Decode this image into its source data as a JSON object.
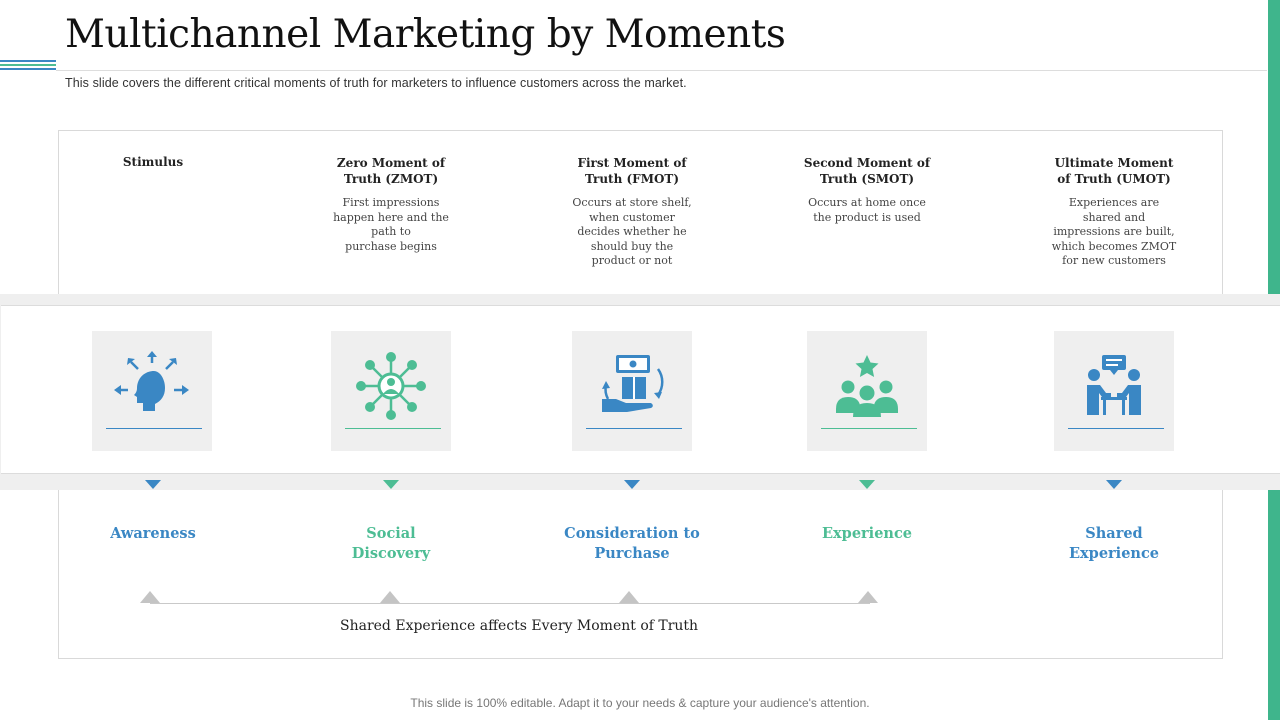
{
  "header": {
    "title": "Multichannel Marketing by Moments",
    "subtitle": "This slide covers the different critical moments of truth for marketers to influence customers across the market."
  },
  "columns": [
    {
      "heading": "Stimulus",
      "description": "",
      "stage": "Awareness",
      "icon": "head-arrows-icon",
      "color": "#3a87c4"
    },
    {
      "heading": "Zero Moment of\nTruth (ZMOT)",
      "description": "First impressions\nhappen here and the\npath to\npurchase begins",
      "stage": "Social\nDiscovery",
      "icon": "network-icon",
      "color": "#4dbd94"
    },
    {
      "heading": "First Moment of\nTruth (FMOT)",
      "description": "Occurs at store shelf,\nwhen customer\ndecides whether he\nshould buy the\nproduct or not",
      "stage": "Consideration to\nPurchase",
      "icon": "purchase-icon",
      "color": "#3a87c4"
    },
    {
      "heading": "Second Moment of\nTruth (SMOT)",
      "description": "Occurs at home once\nthe product is used",
      "stage": "Experience",
      "icon": "group-star-icon",
      "color": "#4dbd94"
    },
    {
      "heading": "Ultimate Moment\nof Truth (UMOT)",
      "description": "Experiences are\nshared and\nimpressions are built,\nwhich becomes ZMOT\nfor new customers",
      "stage": "Shared\nExperience",
      "icon": "meeting-icon",
      "color": "#3a87c4"
    }
  ],
  "timeline": {
    "label": "Shared Experience affects Every Moment of Truth"
  },
  "footer": {
    "text": "This slide is 100% editable. Adapt it to your needs & capture your audience's attention."
  },
  "colors": {
    "accent_green": "#3fb58c",
    "blue": "#3a87c4",
    "green": "#4dbd94"
  }
}
